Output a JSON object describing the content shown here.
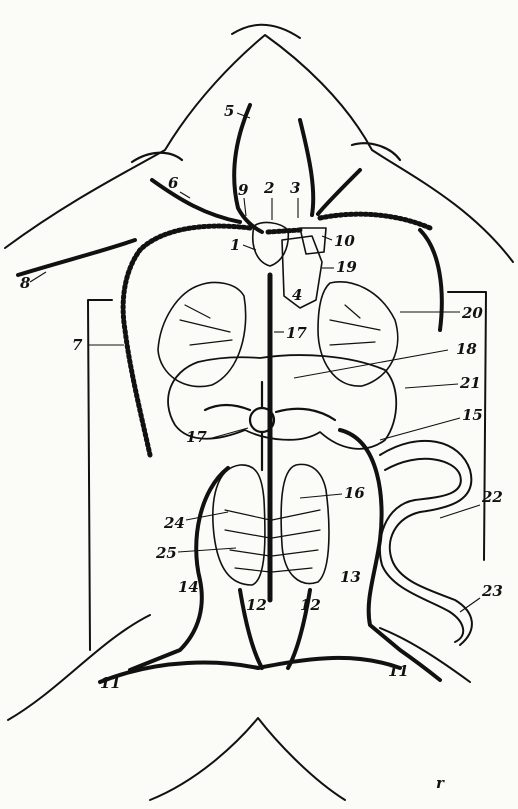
{
  "diagram": {
    "labels": [
      {
        "id": "l1",
        "text": "1"
      },
      {
        "id": "l2",
        "text": "2"
      },
      {
        "id": "l3",
        "text": "3"
      },
      {
        "id": "l4",
        "text": "4"
      },
      {
        "id": "l5",
        "text": "5"
      },
      {
        "id": "l6",
        "text": "6"
      },
      {
        "id": "l7",
        "text": "7"
      },
      {
        "id": "l8",
        "text": "8"
      },
      {
        "id": "l9",
        "text": "9"
      },
      {
        "id": "l10",
        "text": "10"
      },
      {
        "id": "l11a",
        "text": "11"
      },
      {
        "id": "l11b",
        "text": "11"
      },
      {
        "id": "l12a",
        "text": "12"
      },
      {
        "id": "l12b",
        "text": "12"
      },
      {
        "id": "l13",
        "text": "13"
      },
      {
        "id": "l14",
        "text": "14"
      },
      {
        "id": "l15",
        "text": "15"
      },
      {
        "id": "l16",
        "text": "16"
      },
      {
        "id": "l17a",
        "text": "17"
      },
      {
        "id": "l17b",
        "text": "17"
      },
      {
        "id": "l18",
        "text": "18"
      },
      {
        "id": "l19",
        "text": "19"
      },
      {
        "id": "l20",
        "text": "20"
      },
      {
        "id": "l21",
        "text": "21"
      },
      {
        "id": "l22",
        "text": "22"
      },
      {
        "id": "l23",
        "text": "23"
      },
      {
        "id": "l24",
        "text": "24"
      },
      {
        "id": "l25",
        "text": "25"
      },
      {
        "id": "lr",
        "text": "r"
      }
    ],
    "ink_color": "#111111",
    "paper_color": "#fbfbf8"
  }
}
